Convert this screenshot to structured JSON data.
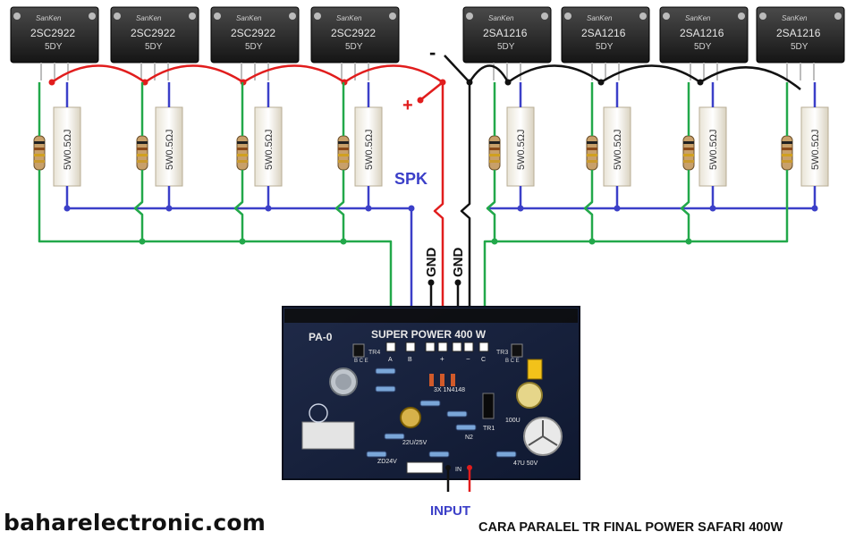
{
  "transistor_brand": "SanKen",
  "npn_part": "2SC2922",
  "pnp_part": "2SA1216",
  "transistor_code": "5DY",
  "resistor_value": "5W0.5ΩJ",
  "labels": {
    "minus": "-",
    "plus": "+",
    "spk": "SPK",
    "gnd1": "GND",
    "gnd2": "GND",
    "input": "INPUT"
  },
  "board": {
    "title": "PA-0",
    "title2": "SUPER POWER 400 W",
    "tr4": "TR4",
    "tr3": "TR3",
    "bce": "B C E",
    "pad_a": "A",
    "pad_b": "B",
    "pad_c": "C",
    "plus_sym": "+",
    "minus_sym": "−",
    "diode": "3X 1N4148",
    "cap1": "22U/25V",
    "zener": "ZD24V",
    "cap2": "100U",
    "cap3": "47U 50V",
    "tr1": "TR1",
    "n2": "N2",
    "in_label": "IN"
  },
  "colors": {
    "red": "#e11d1d",
    "black": "#111111",
    "blue": "#3b3fc8",
    "green": "#22a84a",
    "board": "#15203a"
  },
  "footer": {
    "site": "baharelectronic.com",
    "caption": "CARA PARALEL TR FINAL POWER SAFARI 400W"
  }
}
